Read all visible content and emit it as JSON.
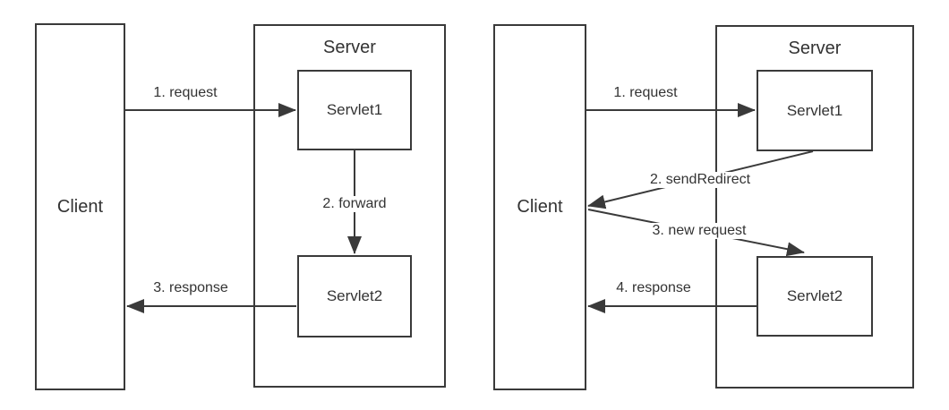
{
  "diagram": {
    "title": "servlet forward vs sendRedirect flow",
    "colors": {
      "stroke": "#3a3a3a",
      "text": "#333333",
      "background": "#ffffff"
    },
    "panels": [
      {
        "id": "forward",
        "client": "Client",
        "server": "Server",
        "servlet1": "Servlet1",
        "servlet2": "Servlet2",
        "steps": [
          "1. request",
          "2. forward",
          "3. response"
        ]
      },
      {
        "id": "redirect",
        "client": "Client",
        "server": "Server",
        "servlet1": "Servlet1",
        "servlet2": "Servlet2",
        "steps": [
          "1. request",
          "2. sendRedirect",
          "3. new request",
          "4. response"
        ]
      }
    ]
  }
}
